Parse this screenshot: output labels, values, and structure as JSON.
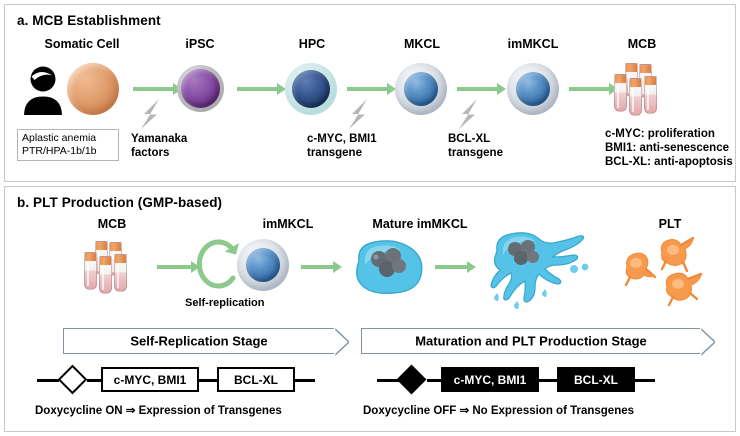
{
  "panel_a": {
    "title": "a. MCB Establishment",
    "steps": [
      {
        "label": "Somatic Cell",
        "icon": "somatic-cell-sphere"
      },
      {
        "label": "iPSC",
        "icon": "ipsc-sphere"
      },
      {
        "label": "HPC",
        "icon": "hpc-sphere"
      },
      {
        "label": "MKCL",
        "icon": "mkcl-sphere"
      },
      {
        "label": "imMKCL",
        "icon": "immkcl-sphere"
      },
      {
        "label": "MCB",
        "icon": "cryovial-cluster"
      }
    ],
    "patient_box": {
      "line1": "Aplastic anemia",
      "line2": "PTR/HPA-1b/1b"
    },
    "transitions": [
      {
        "line1": "Yamanaka",
        "line2": "factors"
      },
      {
        "line1": "c-MYC, BMI1",
        "line2": "transgene"
      },
      {
        "line1": "BCL-XL",
        "line2": "transgene"
      }
    ],
    "mcb_notes": [
      "c-MYC: proliferation",
      "BMI1: anti-senescence",
      "BCL-XL: anti-apoptosis"
    ]
  },
  "panel_b": {
    "title": "b. PLT Production (GMP-based)",
    "steps": [
      {
        "label": "MCB",
        "icon": "cryovial-cluster"
      },
      {
        "label": "imMKCL",
        "icon": "immkcl-sphere"
      },
      {
        "label": "Mature imMKCL",
        "icon": "mature-megakaryocyte"
      },
      {
        "label": "PLT",
        "icon": "platelet-cluster"
      }
    ],
    "self_replication_label": "Self-replication",
    "stages": [
      {
        "banner": "Self-Replication Stage",
        "diamond": "open",
        "genes": [
          {
            "text": "c-MYC, BMI1",
            "style": "open"
          },
          {
            "text": "BCL-XL",
            "style": "open"
          }
        ],
        "caption": "Doxycycline ON ⇒ Expression of Transgenes"
      },
      {
        "banner": "Maturation and PLT Production Stage",
        "diamond": "solid",
        "genes": [
          {
            "text": "c-MYC, BMI1",
            "style": "solid"
          },
          {
            "text": "BCL-XL",
            "style": "solid"
          }
        ],
        "caption": "Doxycycline OFF ⇒ No Expression of Transgenes"
      }
    ]
  },
  "colors": {
    "arrow_green": "#8cc98c",
    "bolt_gray": "#b0b0b0",
    "panel_border": "#c8c8c8",
    "stage_border": "#8392a8",
    "platelet_orange": "#f59a4b",
    "megakaryocyte_blue": "#4ec2e8"
  }
}
